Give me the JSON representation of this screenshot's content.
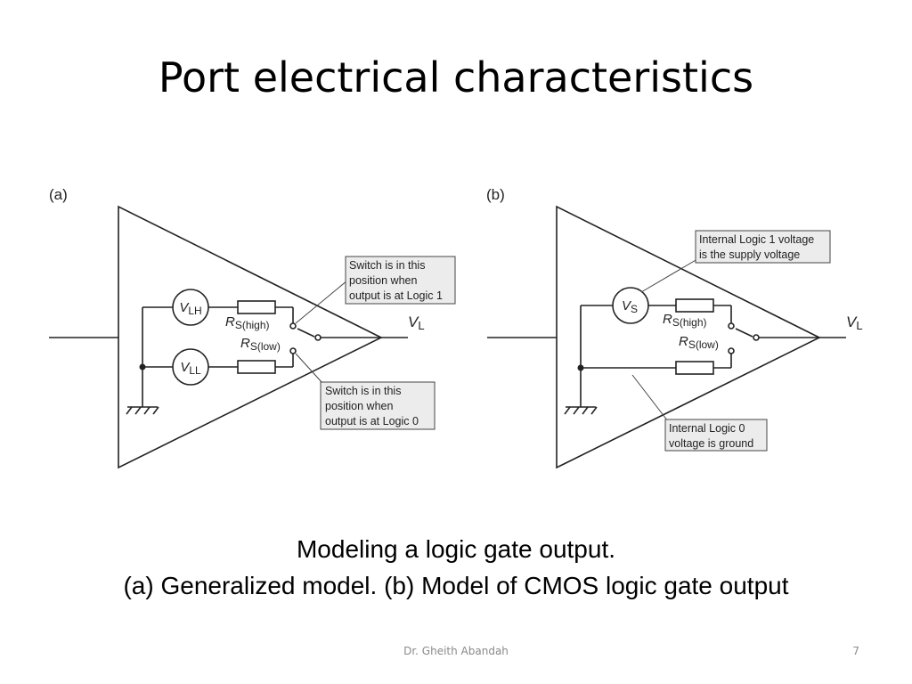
{
  "slide": {
    "title": "Port electrical characteristics",
    "caption_line1": "Modeling a logic gate output.",
    "caption_line2": "(a) Generalized model. (b) Model of CMOS logic gate output",
    "footer_author": "Dr. Gheith Abandah",
    "page_number": "7"
  },
  "diagram_a": {
    "panel_label": "(a)",
    "source_high_symbol": "V",
    "source_high_subscript": "LH",
    "source_low_symbol": "V",
    "source_low_subscript": "LL",
    "r_high_symbol": "R",
    "r_high_subscript": "S(high)",
    "r_low_symbol": "R",
    "r_low_subscript": "S(low)",
    "output_symbol": "V",
    "output_subscript": "L",
    "note_high": [
      "Switch is in this",
      "position when",
      "output is at Logic 1"
    ],
    "note_low": [
      "Switch is in this",
      "position when",
      "output is at Logic 0"
    ]
  },
  "diagram_b": {
    "panel_label": "(b)",
    "source_symbol": "V",
    "source_subscript": "S",
    "r_high_symbol": "R",
    "r_high_subscript": "S(high)",
    "r_low_symbol": "R",
    "r_low_subscript": "S(low)",
    "output_symbol": "V",
    "output_subscript": "L",
    "note_supply": [
      "Internal Logic 1 voltage",
      "is the supply voltage"
    ],
    "note_ground": [
      "Internal Logic 0",
      "voltage is ground"
    ]
  }
}
